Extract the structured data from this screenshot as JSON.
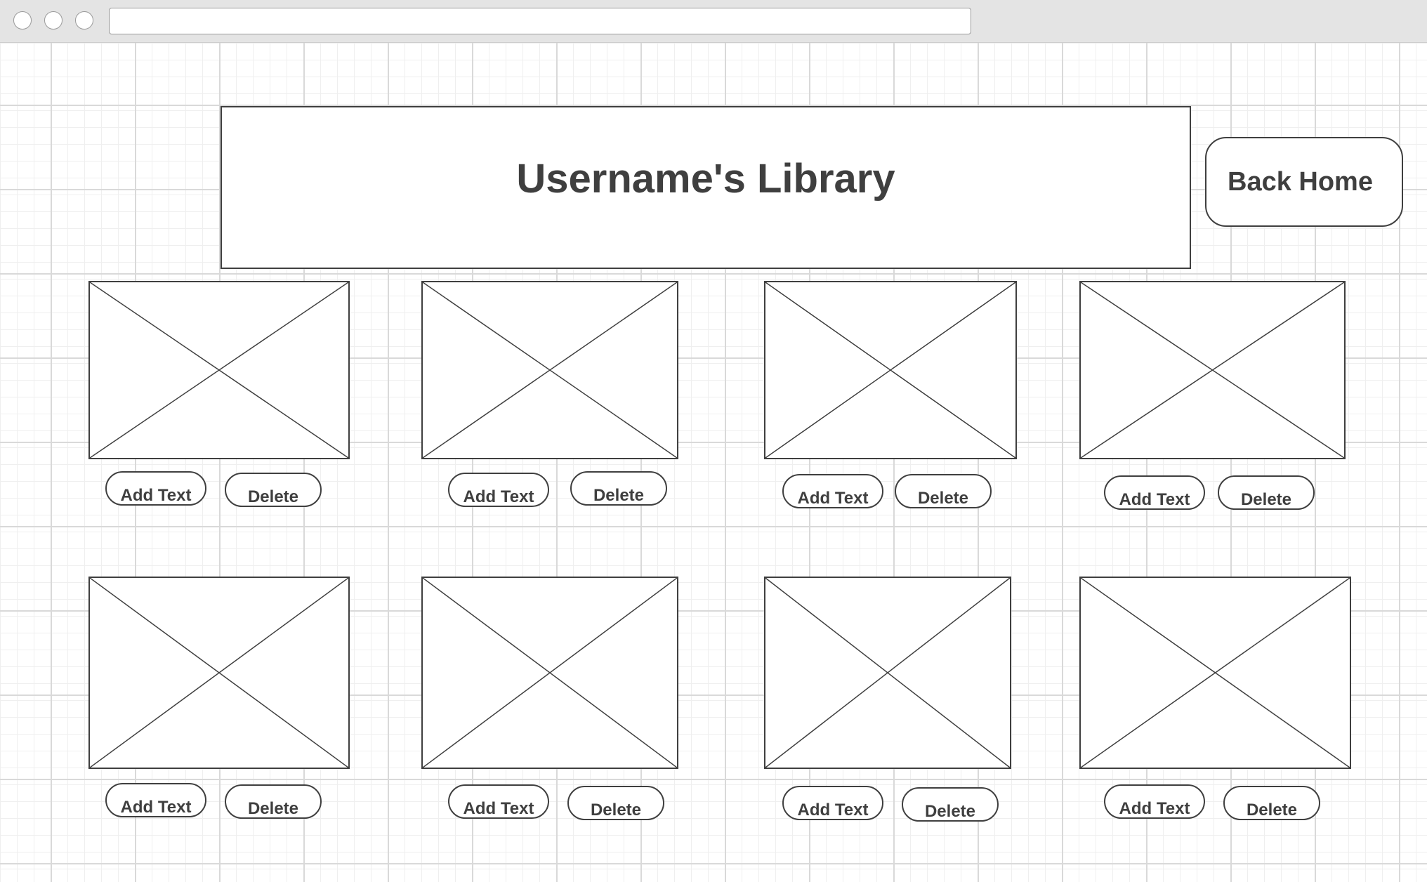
{
  "header": {
    "title": "Username's Library"
  },
  "nav": {
    "back_home_label": "Back Home"
  },
  "cards": [
    {
      "add_text_label": "Add Text",
      "delete_label": "Delete"
    },
    {
      "add_text_label": "Add Text",
      "delete_label": "Delete"
    },
    {
      "add_text_label": "Add Text",
      "delete_label": "Delete"
    },
    {
      "add_text_label": "Add Text",
      "delete_label": "Delete"
    },
    {
      "add_text_label": "Add Text",
      "delete_label": "Delete"
    },
    {
      "add_text_label": "Add Text",
      "delete_label": "Delete"
    },
    {
      "add_text_label": "Add Text",
      "delete_label": "Delete"
    },
    {
      "add_text_label": "Add Text",
      "delete_label": "Delete"
    }
  ],
  "colors": {
    "stroke": "#3f3f3f",
    "titlebar": "#e4e4e4",
    "grid_major": "#d9d9d9",
    "grid_minor": "#efefef"
  }
}
